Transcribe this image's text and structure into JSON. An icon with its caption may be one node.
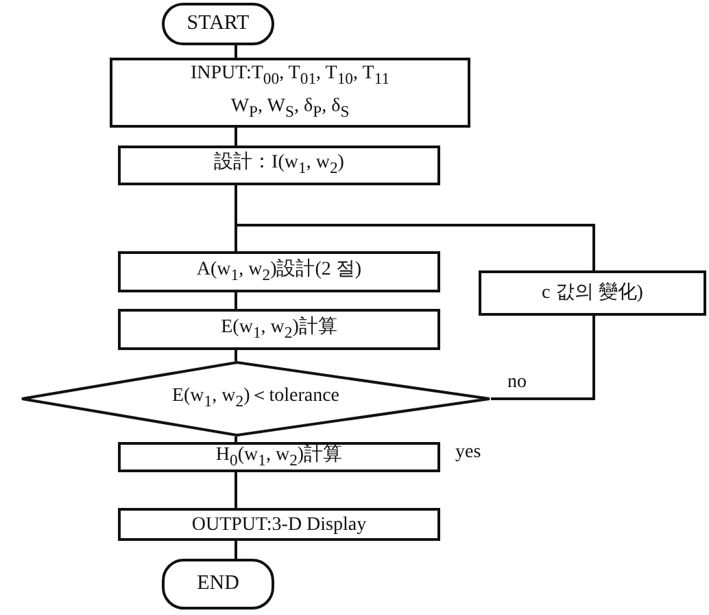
{
  "diagram": {
    "nodes": [
      {
        "text": [
          "START"
        ]
      },
      {
        "text": [
          "INPUT:T$_{00}$, T$_{01}$, T$_{10}$, T$_{11}$ W$_{P}$, W$_{S}$, δ$_{P}$, δ$_{S}$"
        ]
      },
      {
        "text": [
          "設計：I(w$_{1}$, w$_{2}$)"
        ]
      },
      {
        "text": [
          "A(w$_{1}$, w$_{2}$)設計(2 절)"
        ]
      },
      {
        "text": [
          "c 값의 變化)"
        ]
      },
      {
        "text": [
          "E(w$_{1}$, w$_{2}$)計算"
        ]
      },
      {
        "text": [
          "E(w$_{1}$, w$_{2}$)＜tolerance"
        ]
      },
      {
        "text": [
          "H$_{0}$(w$_{1}$, w$_{2}$)計算"
        ]
      },
      {
        "text": [
          "OUTPUT:3-D Display"
        ]
      },
      {
        "text": [
          "END"
        ]
      }
    ],
    "edges": [
      {
        "from": 0,
        "to": 1,
        "arrow": "none"
      },
      {
        "from": 1,
        "to": 2,
        "arrow": "none"
      },
      {
        "from": 2,
        "to": 3,
        "arrow": "none"
      },
      {
        "from": 4,
        "to": 3,
        "arrow": "none"
      },
      {
        "from": 3,
        "to": 5,
        "arrow": "none"
      },
      {
        "from": 5,
        "to": 6,
        "arrow": "none"
      },
      {
        "from": 6,
        "to": 4,
        "arrow": "none",
        "label": "no"
      },
      {
        "from": 6,
        "to": 7,
        "arrow": "none"
      },
      {
        "from": 7,
        "to": 8,
        "arrow": "none"
      },
      {
        "from": 8,
        "to": 9,
        "arrow": "none"
      }
    ],
    "labels": [
      "yes"
    ]
  }
}
